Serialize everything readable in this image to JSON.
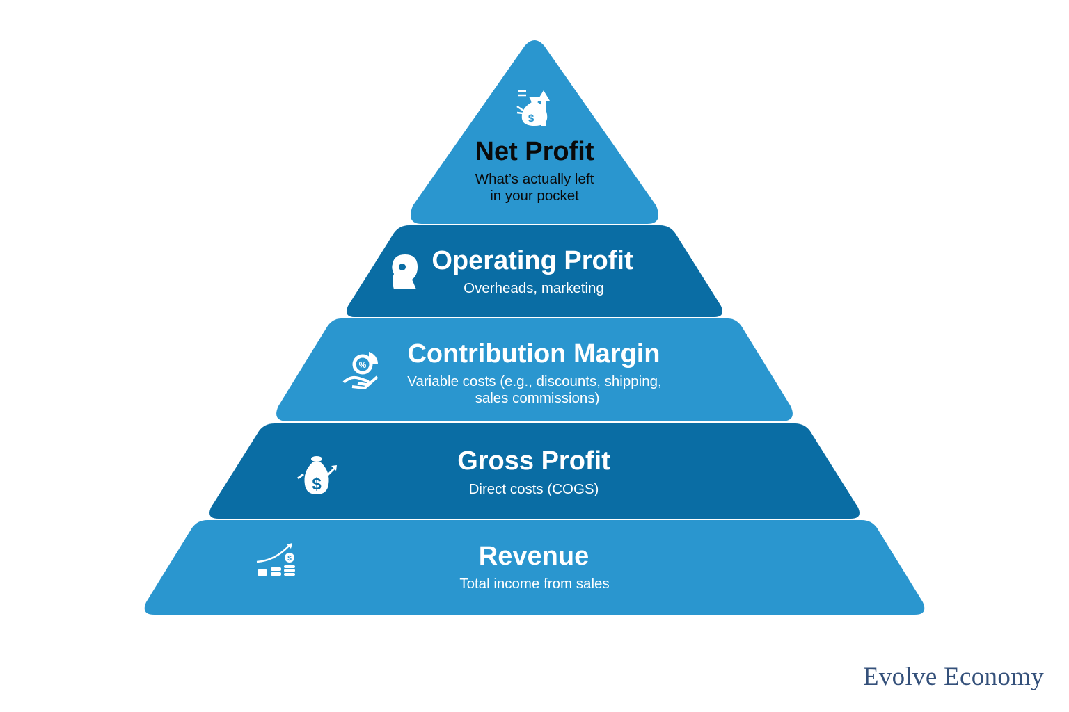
{
  "colors": {
    "light_tier": "#2a96cf",
    "dark_tier": "#0a6da4",
    "apex_title": "#0a0a0a",
    "apex_sub": "#0a0a0a",
    "tier_text": "#ffffff",
    "brand": "#34507a"
  },
  "tiers": [
    {
      "key": "net_profit",
      "title": "Net Profit",
      "subtitle_lines": [
        "What’s actually left",
        "in your pocket"
      ],
      "icon": "money-bag-rising-arrow-icon"
    },
    {
      "key": "operating_profit",
      "title": "Operating Profit",
      "subtitle_lines": [
        "Overheads, marketing"
      ],
      "icon": "person-head-icon"
    },
    {
      "key": "contribution_margin",
      "title": "Contribution Margin",
      "subtitle_lines": [
        "Variable costs (e.g., discounts, shipping,",
        "sales commissions)"
      ],
      "icon": "hand-percentage-chart-icon"
    },
    {
      "key": "gross_profit",
      "title": "Gross Profit",
      "subtitle_lines": [
        "Direct costs (COGS)"
      ],
      "icon": "dollar-bag-growth-icon"
    },
    {
      "key": "revenue",
      "title": "Revenue",
      "subtitle_lines": [
        "Total income from sales"
      ],
      "icon": "coins-growth-chart-icon"
    }
  ],
  "brand": "Evolve Economy"
}
